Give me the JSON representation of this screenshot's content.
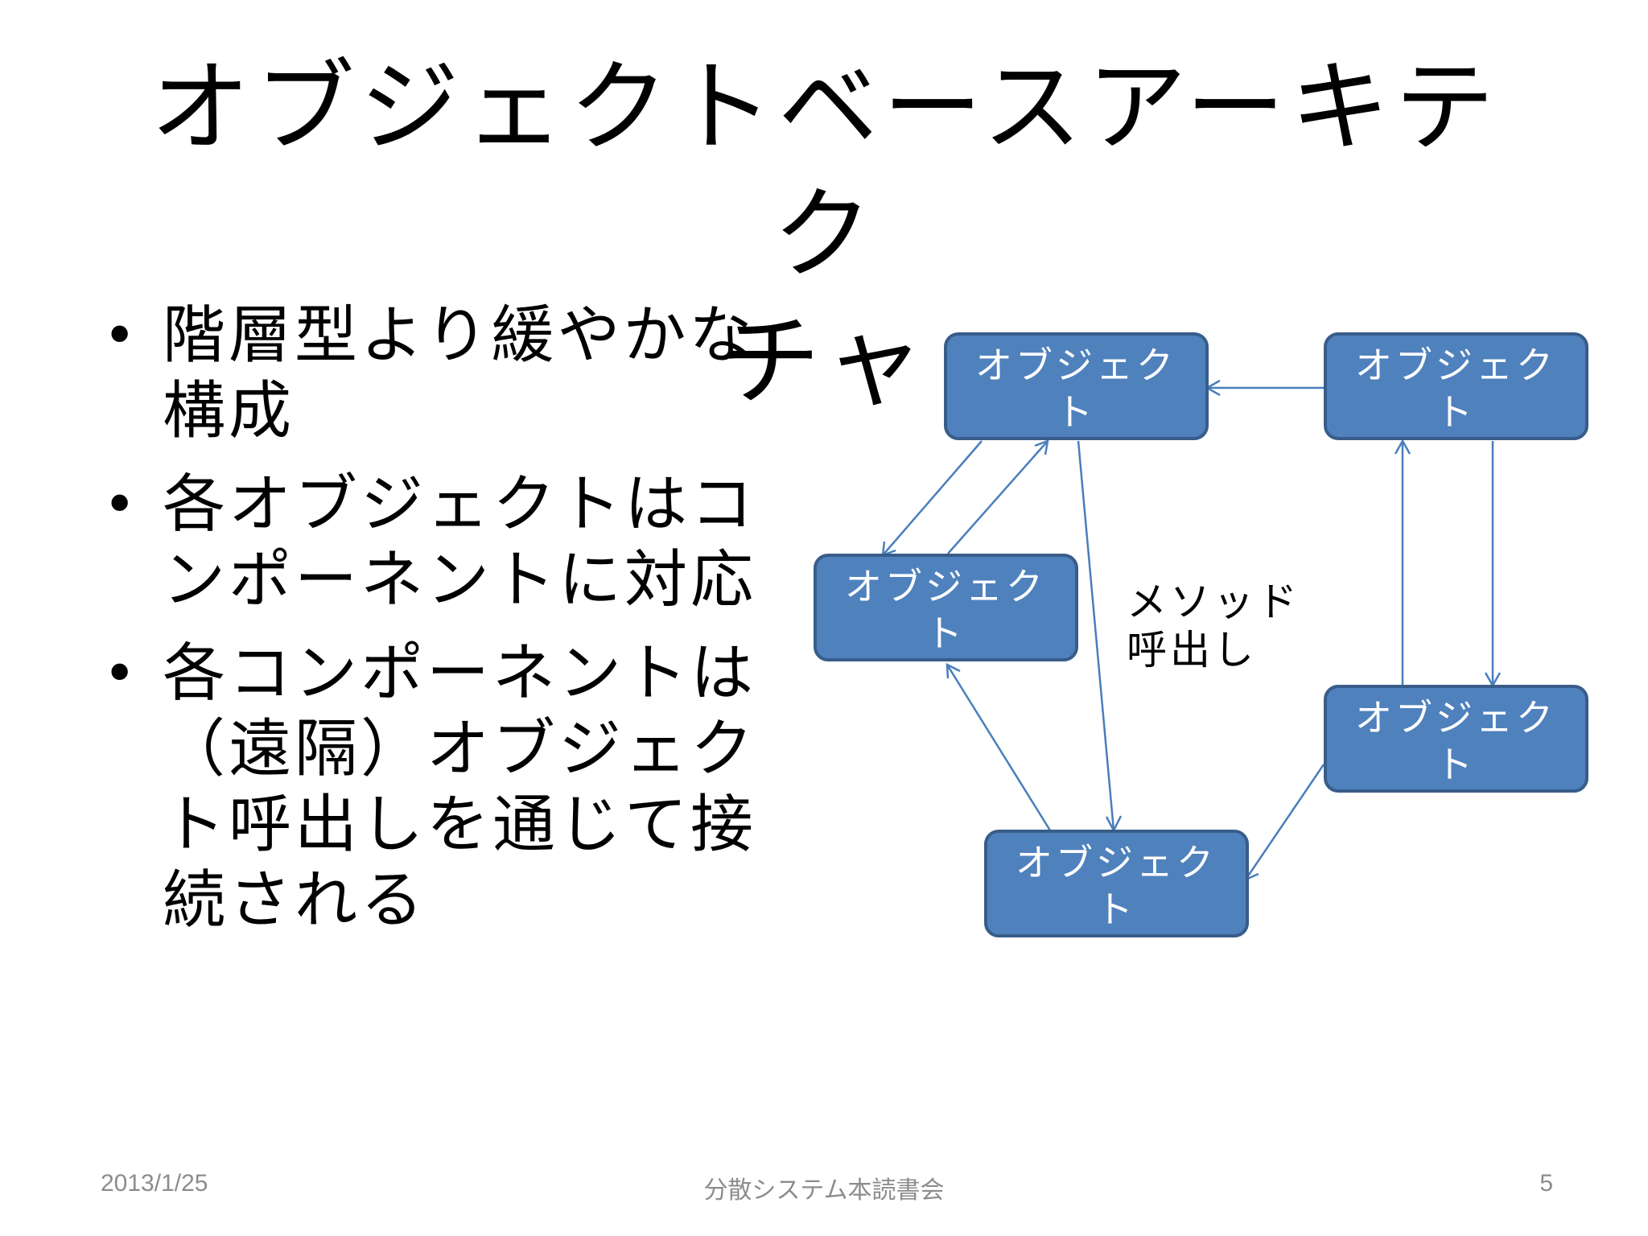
{
  "slide": {
    "title_line1": "オブジェクトベースアーキテク",
    "title_line2": "チャ",
    "bullets": [
      {
        "line1": "階層型より緩やかな",
        "line2": "構成"
      },
      {
        "line1": "各オブジェクトはコ",
        "line2": "ンポーネントに対応"
      },
      {
        "line1": "各コンポーネントは",
        "line2": "（遠隔）オブジェク",
        "line3": "ト呼出しを通じて接",
        "line4": "続される"
      }
    ],
    "bullet_symbol": "•"
  },
  "diagram": {
    "node_label_line1": "オブジェク",
    "node_label_line2": "ト",
    "nodes": [
      {
        "id": "top-left",
        "line1": "オブジェク",
        "line2": "ト"
      },
      {
        "id": "top-right",
        "line1": "オブジェク",
        "line2": "ト"
      },
      {
        "id": "middle-left",
        "line1": "オブジェク",
        "line2": "ト"
      },
      {
        "id": "bottom-right",
        "line1": "オブジェク",
        "line2": "ト"
      },
      {
        "id": "bottom-center",
        "line1": "オブジェク",
        "line2": "ト"
      }
    ],
    "edges": [
      {
        "from": "top-right",
        "to": "top-left"
      },
      {
        "from": "top-left",
        "to": "middle-left"
      },
      {
        "from": "middle-left",
        "to": "top-left"
      },
      {
        "from": "top-left",
        "to": "bottom-center"
      },
      {
        "from": "bottom-center",
        "to": "middle-left"
      },
      {
        "from": "bottom-right",
        "to": "top-right"
      },
      {
        "from": "top-right",
        "to": "bottom-right"
      },
      {
        "from": "bottom-right",
        "to": "bottom-center"
      }
    ],
    "edge_label_line1": "メソッド",
    "edge_label_line2": "呼出し",
    "colors": {
      "node_fill": "#4f81bd",
      "node_border": "#385d8a",
      "edge": "#4a7ebb"
    }
  },
  "footer": {
    "date": "2013/1/25",
    "center": "分散システム本読書会",
    "page": "5"
  }
}
